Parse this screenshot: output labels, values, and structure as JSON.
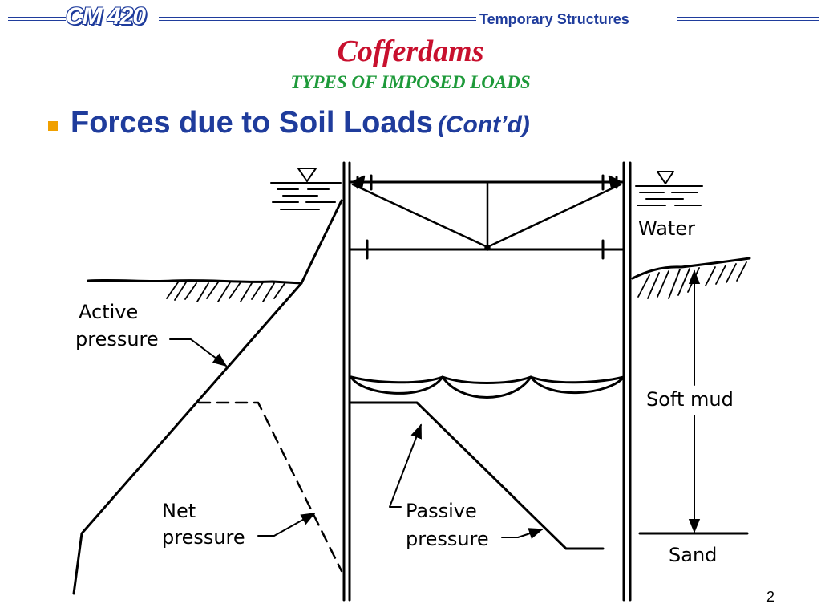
{
  "header": {
    "course": "CM 420",
    "topic": "Temporary Structures",
    "rule_color": "#1f3c9c"
  },
  "title": "Cofferdams",
  "subtitle": "TYPES OF IMPOSED LOADS",
  "bullet": {
    "text": "Forces due to Soil Loads",
    "suffix": "(Cont’d)",
    "color": "#f0a000"
  },
  "diagram": {
    "labels": {
      "water": "Water",
      "active_line1": "Active",
      "active_line2": "pressure",
      "soft_mud": "Soft mud",
      "net_line1": "Net",
      "net_line2": "pressure",
      "passive_line1": "Passive",
      "passive_line2": "pressure",
      "sand": "Sand"
    },
    "icons": [
      "water-level-triangle-icon",
      "arrow-icon"
    ]
  },
  "page_number": "2"
}
